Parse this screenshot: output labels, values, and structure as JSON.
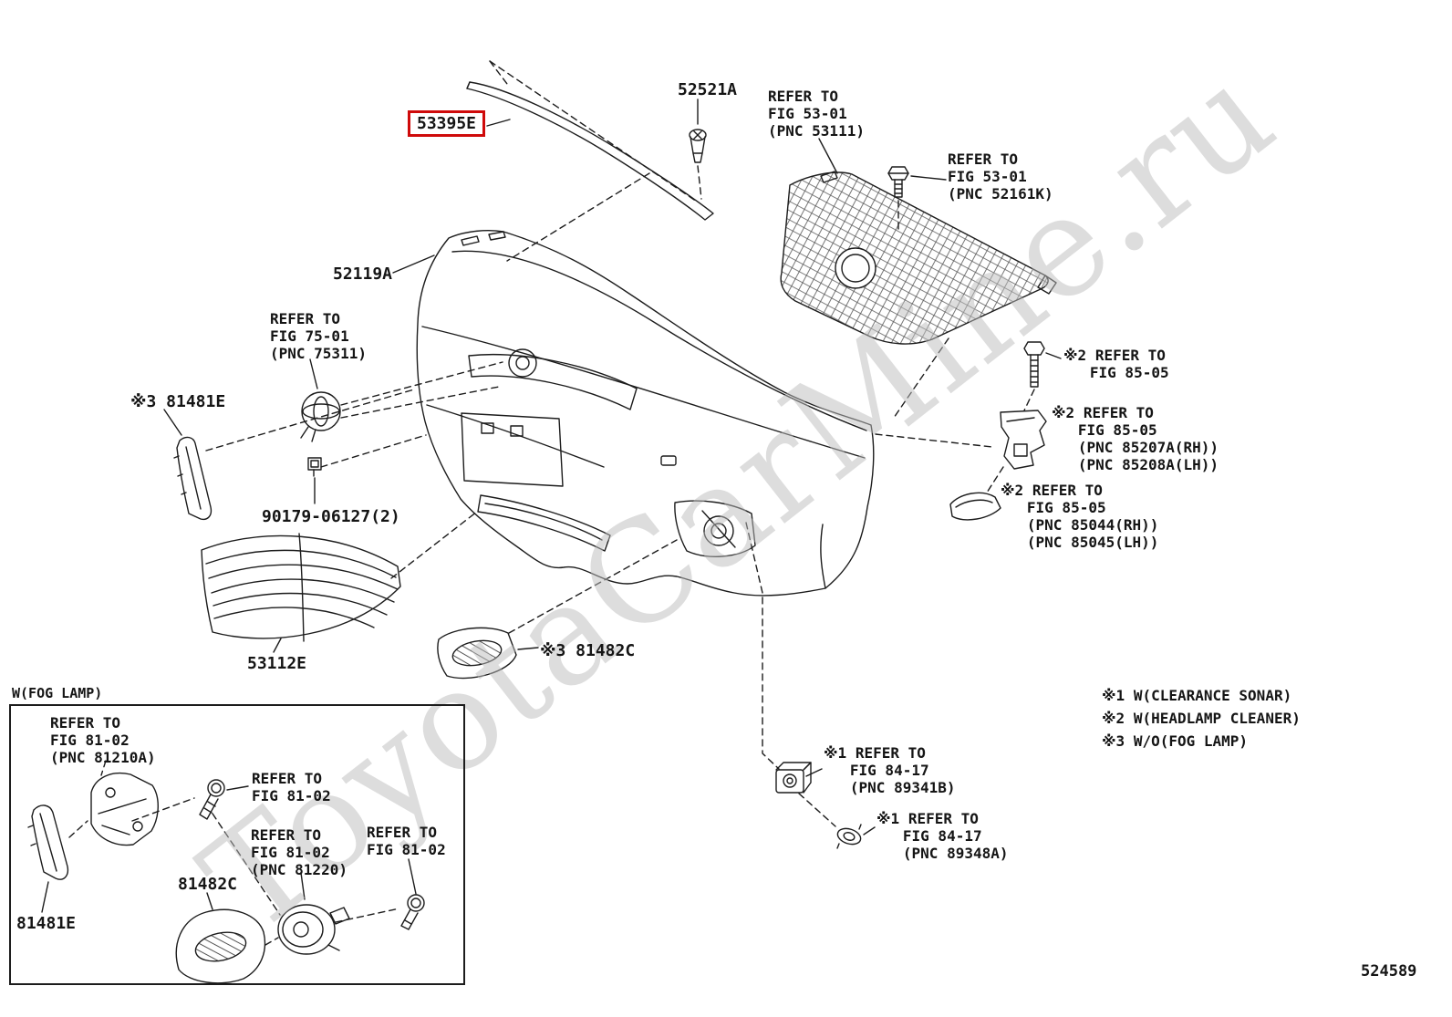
{
  "colors": {
    "highlight_box": "#cf0a0a",
    "line_art": "#1c1c1c",
    "watermark": "#bdbdbd"
  },
  "watermark": "ToyotaCarMine.ru",
  "page_number": "524589",
  "fog_lamp_section_title": "W(FOG LAMP)",
  "legend": {
    "item1": "※1 W(CLEARANCE SONAR)",
    "item2": "※2 W(HEADLAMP CLEANER)",
    "item3": "※3 W/O(FOG LAMP)"
  },
  "part_labels": {
    "molding": "53395E",
    "hood_clip": "52521A",
    "bumper_cover": "52119A",
    "corner_spacer": "※3 81481E",
    "grille_clip": "90179-06127(2)",
    "lower_grille": "53112E",
    "fog_cover": "※3 81482C",
    "fog_bezel": "81482C",
    "fog_spacer": "81481E"
  },
  "reference_labels": {
    "hood_lock": "REFER TO\nFIG 53-01\n(PNC 53111)",
    "grille_screw": "REFER TO\nFIG 53-01\n(PNC 52161K)",
    "emblem": "REFER TO\nFIG 75-01\n(PNC 75311)",
    "cleaner_bolt": "※2 REFER TO\n   FIG 85-05",
    "cleaner_bracket": "※2 REFER TO\n   FIG 85-05\n   (PNC 85207A(RH))\n   (PNC 85208A(LH))",
    "cleaner_cover": "※2 REFER TO\n   FIG 85-05\n   (PNC 85044(RH))\n   (PNC 85045(LH))",
    "fog_bracket": "REFER TO\nFIG 81-02\n(PNC 81210A)",
    "fog_screw_upper": "REFER TO\nFIG 81-02",
    "fog_lamp": "REFER TO\nFIG 81-02\n(PNC 81220)",
    "fog_screw_lower": "REFER TO\nFIG 81-02",
    "sonar_sensor": "※1 REFER TO\n   FIG 84-17\n   (PNC 89341B)",
    "sonar_retainer": "※1 REFER TO\n   FIG 84-17\n   (PNC 89348A)"
  }
}
